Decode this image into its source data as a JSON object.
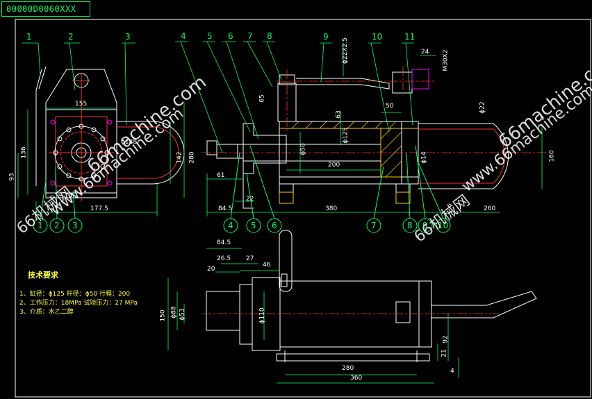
{
  "title_block": "00000D0060XXX",
  "watermark": {
    "a": "66machine.com",
    "b": "www.66machine.com",
    "c": "66机械网",
    "d": "66机械网",
    "e": "www.66machine.com",
    "f": "66machine.c"
  },
  "callouts": [
    "1",
    "2",
    "3",
    "4",
    "5",
    "6",
    "7",
    "8",
    "9",
    "10",
    "11"
  ],
  "balloons": [
    "1",
    "2",
    "3",
    "4",
    "5",
    "6",
    "7",
    "8",
    "9",
    "10"
  ],
  "dims": {
    "d155": "155",
    "d136": "136",
    "d93": "93",
    "d142": "142",
    "d280": "280",
    "d138": "ϕ138",
    "d177": "177.5",
    "d61": "61",
    "d845a": "84.5",
    "d22": "22",
    "d380": "380",
    "d260": "260",
    "d200": "200",
    "d50dia": "ϕ50",
    "d125": "ϕ125",
    "d65": "65",
    "d63": "63",
    "d50": "50",
    "d2225": "ϕ22X2.5",
    "d24": "24",
    "m30": "M30X2",
    "phi22": "ϕ22",
    "d160": "160",
    "d14": "ϕ14",
    "d845b": "84.5",
    "d265": "26.5",
    "d20": "20",
    "d27": "27",
    "d46": "46",
    "d150": "150",
    "d88": "ϕ88",
    "d53": "ϕ53",
    "d110": "ϕ110",
    "d92": "92",
    "d21": "21",
    "d4": "4",
    "d280b": "280",
    "d360": "360"
  },
  "requirements": {
    "heading": "技术要求",
    "lines": [
      "1、缸径：ϕ125  杆径：ϕ50  行程：200",
      "2、工作压力：18MPa  试验压力：27 MPa",
      "3、介质：水乙二醇"
    ]
  },
  "colors": {
    "line": "#ffffff",
    "dim": "#00ff66",
    "center": "#ff3030",
    "hatch": "#ffcc00",
    "accent": "#ff00ff",
    "callout": "#00ff66"
  }
}
